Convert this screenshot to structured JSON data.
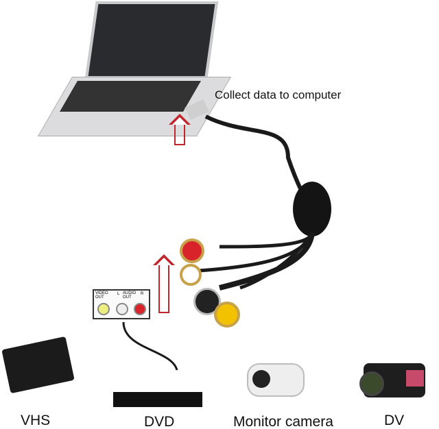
{
  "caption": "Collect data to computer",
  "devices": [
    {
      "label": "VHS"
    },
    {
      "label": "DVD"
    },
    {
      "label": "Monitor camera"
    },
    {
      "label": "DV"
    }
  ],
  "panel": {
    "video_out": "VIDEO OUT",
    "audio_out": "AUDIO OUT",
    "left": "L",
    "right": "R"
  },
  "colors": {
    "arrow": "#c0262c",
    "rca_red": "#d8232a",
    "rca_yellow": "#f2c200",
    "cable": "#1a1a1a"
  }
}
